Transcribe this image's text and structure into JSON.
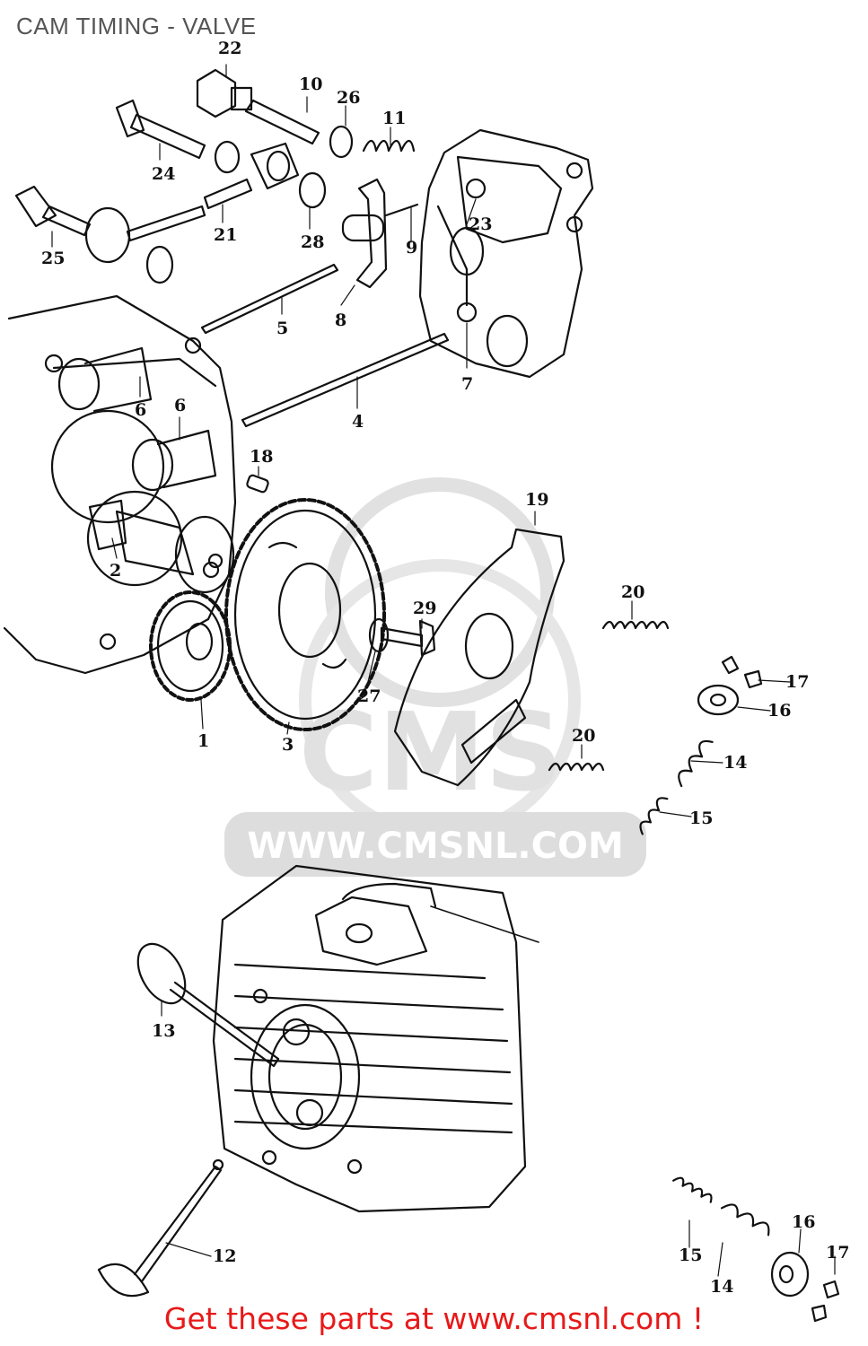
{
  "header": {
    "title": "CAM TIMING - VALVE"
  },
  "footer": {
    "cta": "Get these parts at www.cmsnl.com !"
  },
  "watermark": {
    "url": "WWW.CMSNL.COM",
    "logo": "CMS"
  },
  "colors": {
    "ink": "#111111",
    "title": "#555555",
    "footer": "#e81919",
    "watermark": "#d6d6d6"
  },
  "callouts": [
    "22",
    "10",
    "26",
    "11",
    "24",
    "21",
    "28",
    "25",
    "9",
    "23",
    "8",
    "5",
    "7",
    "6",
    "6",
    "4",
    "18",
    "19",
    "2",
    "20",
    "29",
    "17",
    "16",
    "27",
    "1",
    "3",
    "14",
    "20",
    "15",
    "13",
    "12",
    "15",
    "14",
    "16",
    "17"
  ]
}
